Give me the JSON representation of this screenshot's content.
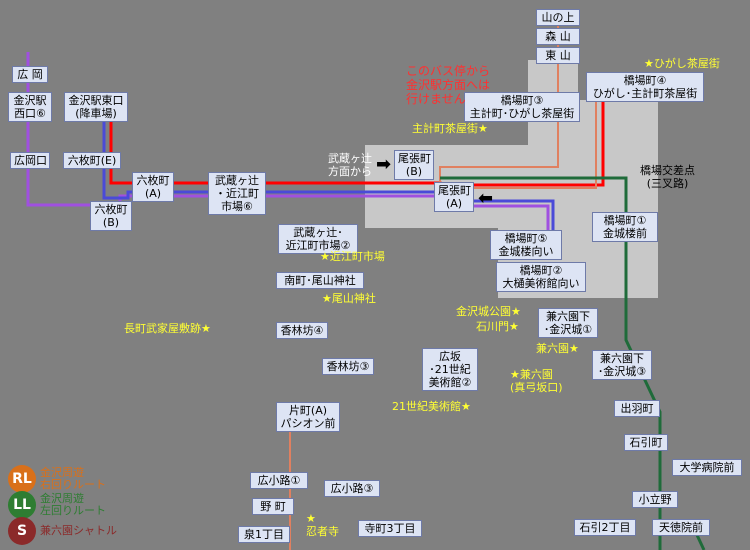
{
  "colors": {
    "background": "#808080",
    "hub_area": "#c8c8c8",
    "route_red": "#ff0000",
    "route_blue": "#4a4ad8",
    "route_purple": "#a050e0",
    "route_green": "#1f6b3a",
    "route_salmon": "#e08060",
    "landmark": "#ffff33",
    "note": "#ff3030",
    "legend_rl": "#d9701a",
    "legend_ll": "#2e7d32",
    "legend_s": "#8b2a2a"
  },
  "stops": {
    "hirooka": "広 岡",
    "kanazawa_nishi": "金沢駅\n西口⑥",
    "kanazawa_east": "金沢駅東口\n(降車場)",
    "hirookaguchi": "広岡口",
    "rokumaicho_e": "六枚町(E)",
    "rokumaicho_a": "六枚町\n(A)",
    "rokumaicho_b": "六枚町\n(B)",
    "musashi": "武蔵ヶ辻\n・近江町\n市場⑥",
    "yamanoue": "山の上",
    "morinoyama": "森 山",
    "higashiyama": "東 山",
    "hashibacho4": "橋場町④\nひがし･主計町茶屋街",
    "hashibacho3": "橋場町③\n主計町･ひがし茶屋街",
    "owaricho_b": "尾張町\n(B)",
    "owaricho_a": "尾張町\n(A)",
    "hashibacho1": "橋場町①\n金城楼前",
    "hashibacho5": "橋場町⑤\n金城楼向い",
    "hashibacho2": "橋場町②\n大樋美術館向い",
    "musashi2": "武蔵ヶ辻･\n近江町市場②",
    "minamicho": "南町･尾山神社",
    "kourinbo4": "香林坊④",
    "kourinbo3": "香林坊③",
    "hirosaka": "広坂\n･21世紀\n美術館②",
    "kenrokuen_shita1": "兼六園下\n･金沢城①",
    "kenrokuen_shita3": "兼六園下\n･金沢城③",
    "katamachi": "片町(A)\nパシオン前",
    "dewamachi": "出羽町",
    "ishibikicho": "石引町",
    "daigaku": "大学病院前",
    "hirokoji1": "広小路①",
    "hirokoji3": "広小路③",
    "nomachi": "野 町",
    "kotatsuno": "小立野",
    "izumi1": "泉1丁目",
    "teramachi3": "寺町3丁目",
    "ishibiki2": "石引2丁目",
    "tentokuin": "天徳院前"
  },
  "landmarks": {
    "higashi_chaya": "★ひがし茶屋街",
    "kazuemachi": "主計町茶屋街★",
    "omicho": "★近江町市場",
    "oyama": "★尾山神社",
    "nagamachi": "長町武家屋敷跡★",
    "kanazawajo": "金沢城公園★",
    "ishikawamon": "石川門★",
    "kenrokuen": "兼六園★",
    "kenrokuen_mayumizaka": "★兼六園\n(真弓坂口)",
    "museum21": "21世紀美術館★",
    "ninjadera": "★\n忍者寺"
  },
  "notes": {
    "no_kanazawa": "このバス停から\n金沢駅方面へは\n行けません",
    "from_musashi": "武蔵ヶ辻\n方面から",
    "hashiba_junction": "橋場交差点\n(三叉路)"
  },
  "arrows": {
    "right": "➡",
    "left": "⬅"
  },
  "legend": [
    {
      "badge": "RL",
      "label": "金沢周遊\n右回りルート",
      "color": "#d9701a"
    },
    {
      "badge": "LL",
      "label": "金沢周遊\n左回りルート",
      "color": "#2e7d32"
    },
    {
      "badge": "S",
      "label": "兼六園シャトル",
      "color": "#8b2a2a"
    }
  ]
}
